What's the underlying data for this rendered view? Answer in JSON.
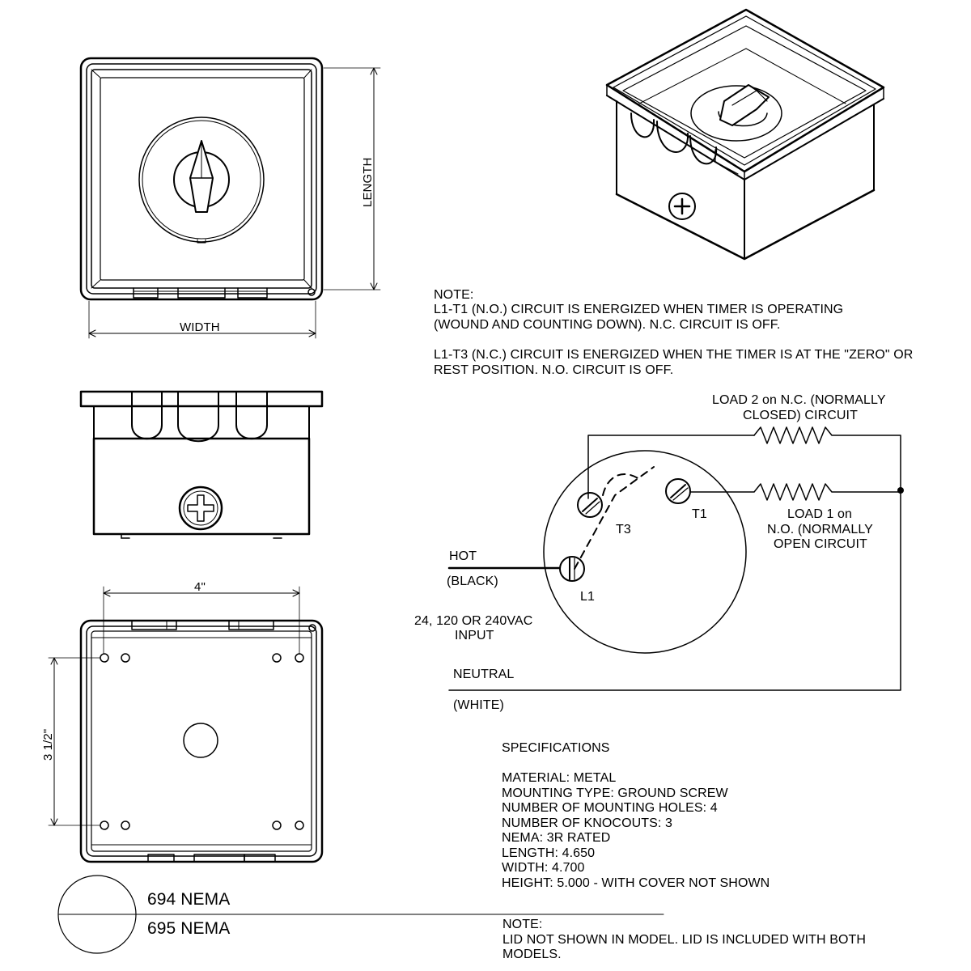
{
  "dimensions": {
    "length_label": "LENGTH",
    "width_label": "WIDTH",
    "mount_width_label": "4\"",
    "mount_height_label": "3 1/2\""
  },
  "note_top": {
    "heading": "NOTE:",
    "line1": "L1-T1 (N.O.) CIRCUIT IS ENERGIZED WHEN TIMER IS OPERATING",
    "line2": "(WOUND AND COUNTING DOWN). N.C. CIRCUIT IS OFF.",
    "line3": "L1-T3 (N.C.) CIRCUIT IS ENERGIZED WHEN THE TIMER IS AT THE \"ZERO\" OR",
    "line4": "REST POSITION. N.O. CIRCUIT IS OFF."
  },
  "wiring": {
    "load2_line1": "LOAD 2 on N.C. (NORMALLY",
    "load2_line2": "CLOSED) CIRCUIT",
    "load1_line1": "LOAD 1 on",
    "load1_line2": "N.O. (NORMALLY",
    "load1_line3": "OPEN CIRCUIT",
    "terminal_t1": "T1",
    "terminal_t3": "T3",
    "terminal_l1": "L1",
    "hot": "HOT",
    "hot_color": "(BLACK)",
    "input_line1": "24, 120 OR 240VAC",
    "input_line2": "INPUT",
    "neutral": "NEUTRAL",
    "neutral_color": "(WHITE)"
  },
  "specifications": {
    "heading": "SPECIFICATIONS",
    "items": [
      "MATERIAL: METAL",
      "MOUNTING TYPE: GROUND SCREW",
      "NUMBER OF MOUNTING HOLES: 4",
      "NUMBER OF KNOCOUTS: 3",
      "NEMA: 3R RATED",
      "LENGTH: 4.650",
      "WIDTH: 4.700",
      "HEIGHT: 5.000 - WITH COVER NOT SHOWN"
    ]
  },
  "models": [
    "694 NEMA",
    "695 NEMA"
  ],
  "note_bottom": {
    "heading": "NOTE:",
    "line1": "LID NOT SHOWN IN MODEL. LID IS INCLUDED WITH BOTH",
    "line2": "MODELS."
  }
}
